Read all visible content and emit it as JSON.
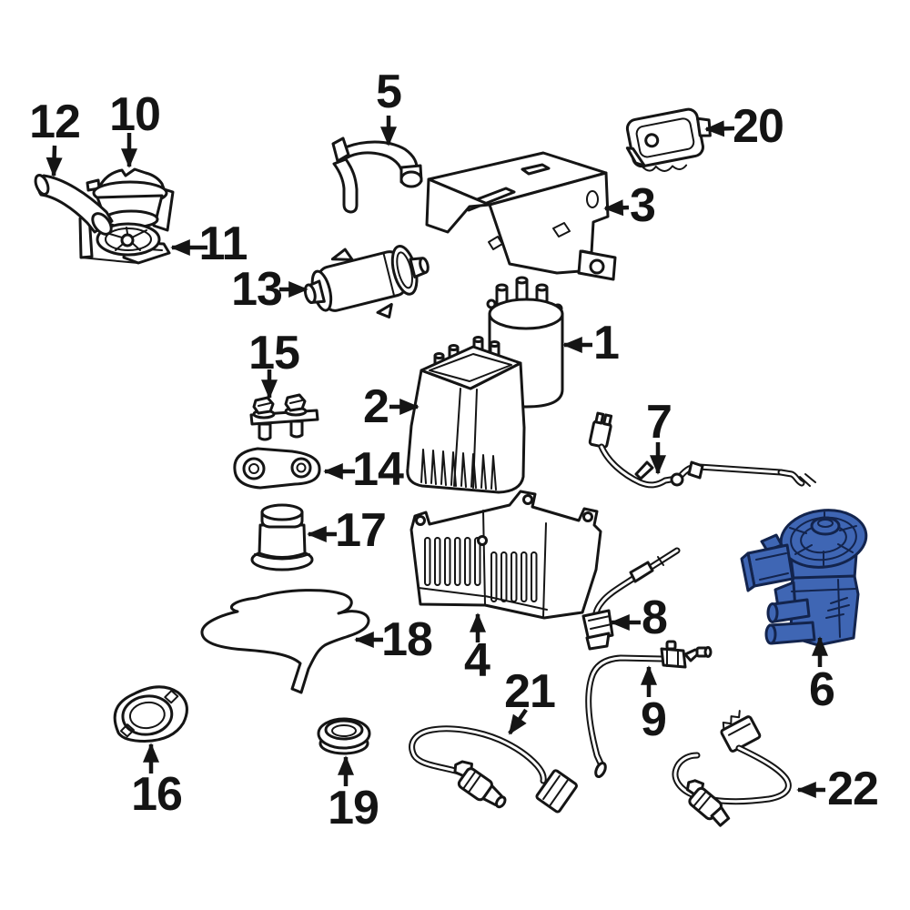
{
  "diagram": {
    "kind": "exploded-parts-diagram",
    "highlighted_callout": "6"
  },
  "colors": {
    "background": "#ffffff",
    "line": "#151515",
    "highlight_fill": "#3f66b4",
    "highlight_outline": "#13244d"
  },
  "callouts": {
    "c1": "1",
    "c2": "2",
    "c3": "3",
    "c4": "4",
    "c5": "5",
    "c6": "6",
    "c7": "7",
    "c8": "8",
    "c9": "9",
    "c10": "10",
    "c11": "11",
    "c12": "12",
    "c13": "13",
    "c14": "14",
    "c15": "15",
    "c16": "16",
    "c17": "17",
    "c18": "18",
    "c19": "19",
    "c20": "20",
    "c21": "21",
    "c22": "22"
  }
}
